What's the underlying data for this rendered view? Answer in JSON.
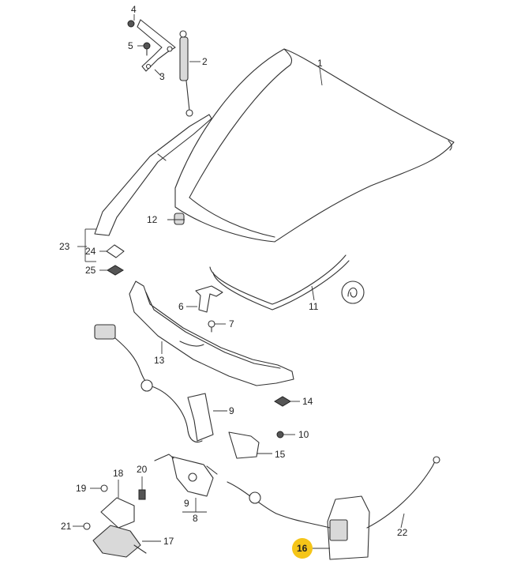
{
  "diagram": {
    "highlight_color": "#f5c518",
    "line_color": "#333333",
    "parts": [
      {
        "id": "1",
        "label": "1"
      },
      {
        "id": "2",
        "label": "2"
      },
      {
        "id": "3",
        "label": "3"
      },
      {
        "id": "4",
        "label": "4"
      },
      {
        "id": "5",
        "label": "5"
      },
      {
        "id": "6",
        "label": "6"
      },
      {
        "id": "7",
        "label": "7"
      },
      {
        "id": "8",
        "label": "8"
      },
      {
        "id": "9a",
        "label": "9"
      },
      {
        "id": "9b",
        "label": "9"
      },
      {
        "id": "10",
        "label": "10"
      },
      {
        "id": "11",
        "label": "11"
      },
      {
        "id": "12",
        "label": "12"
      },
      {
        "id": "13",
        "label": "13"
      },
      {
        "id": "14",
        "label": "14"
      },
      {
        "id": "15",
        "label": "15"
      },
      {
        "id": "16",
        "label": "16",
        "highlighted": true
      },
      {
        "id": "17",
        "label": "17"
      },
      {
        "id": "18",
        "label": "18"
      },
      {
        "id": "19",
        "label": "19"
      },
      {
        "id": "20",
        "label": "20"
      },
      {
        "id": "21",
        "label": "21"
      },
      {
        "id": "22",
        "label": "22"
      },
      {
        "id": "23",
        "label": "23"
      },
      {
        "id": "24",
        "label": "24"
      },
      {
        "id": "25",
        "label": "25"
      }
    ]
  }
}
